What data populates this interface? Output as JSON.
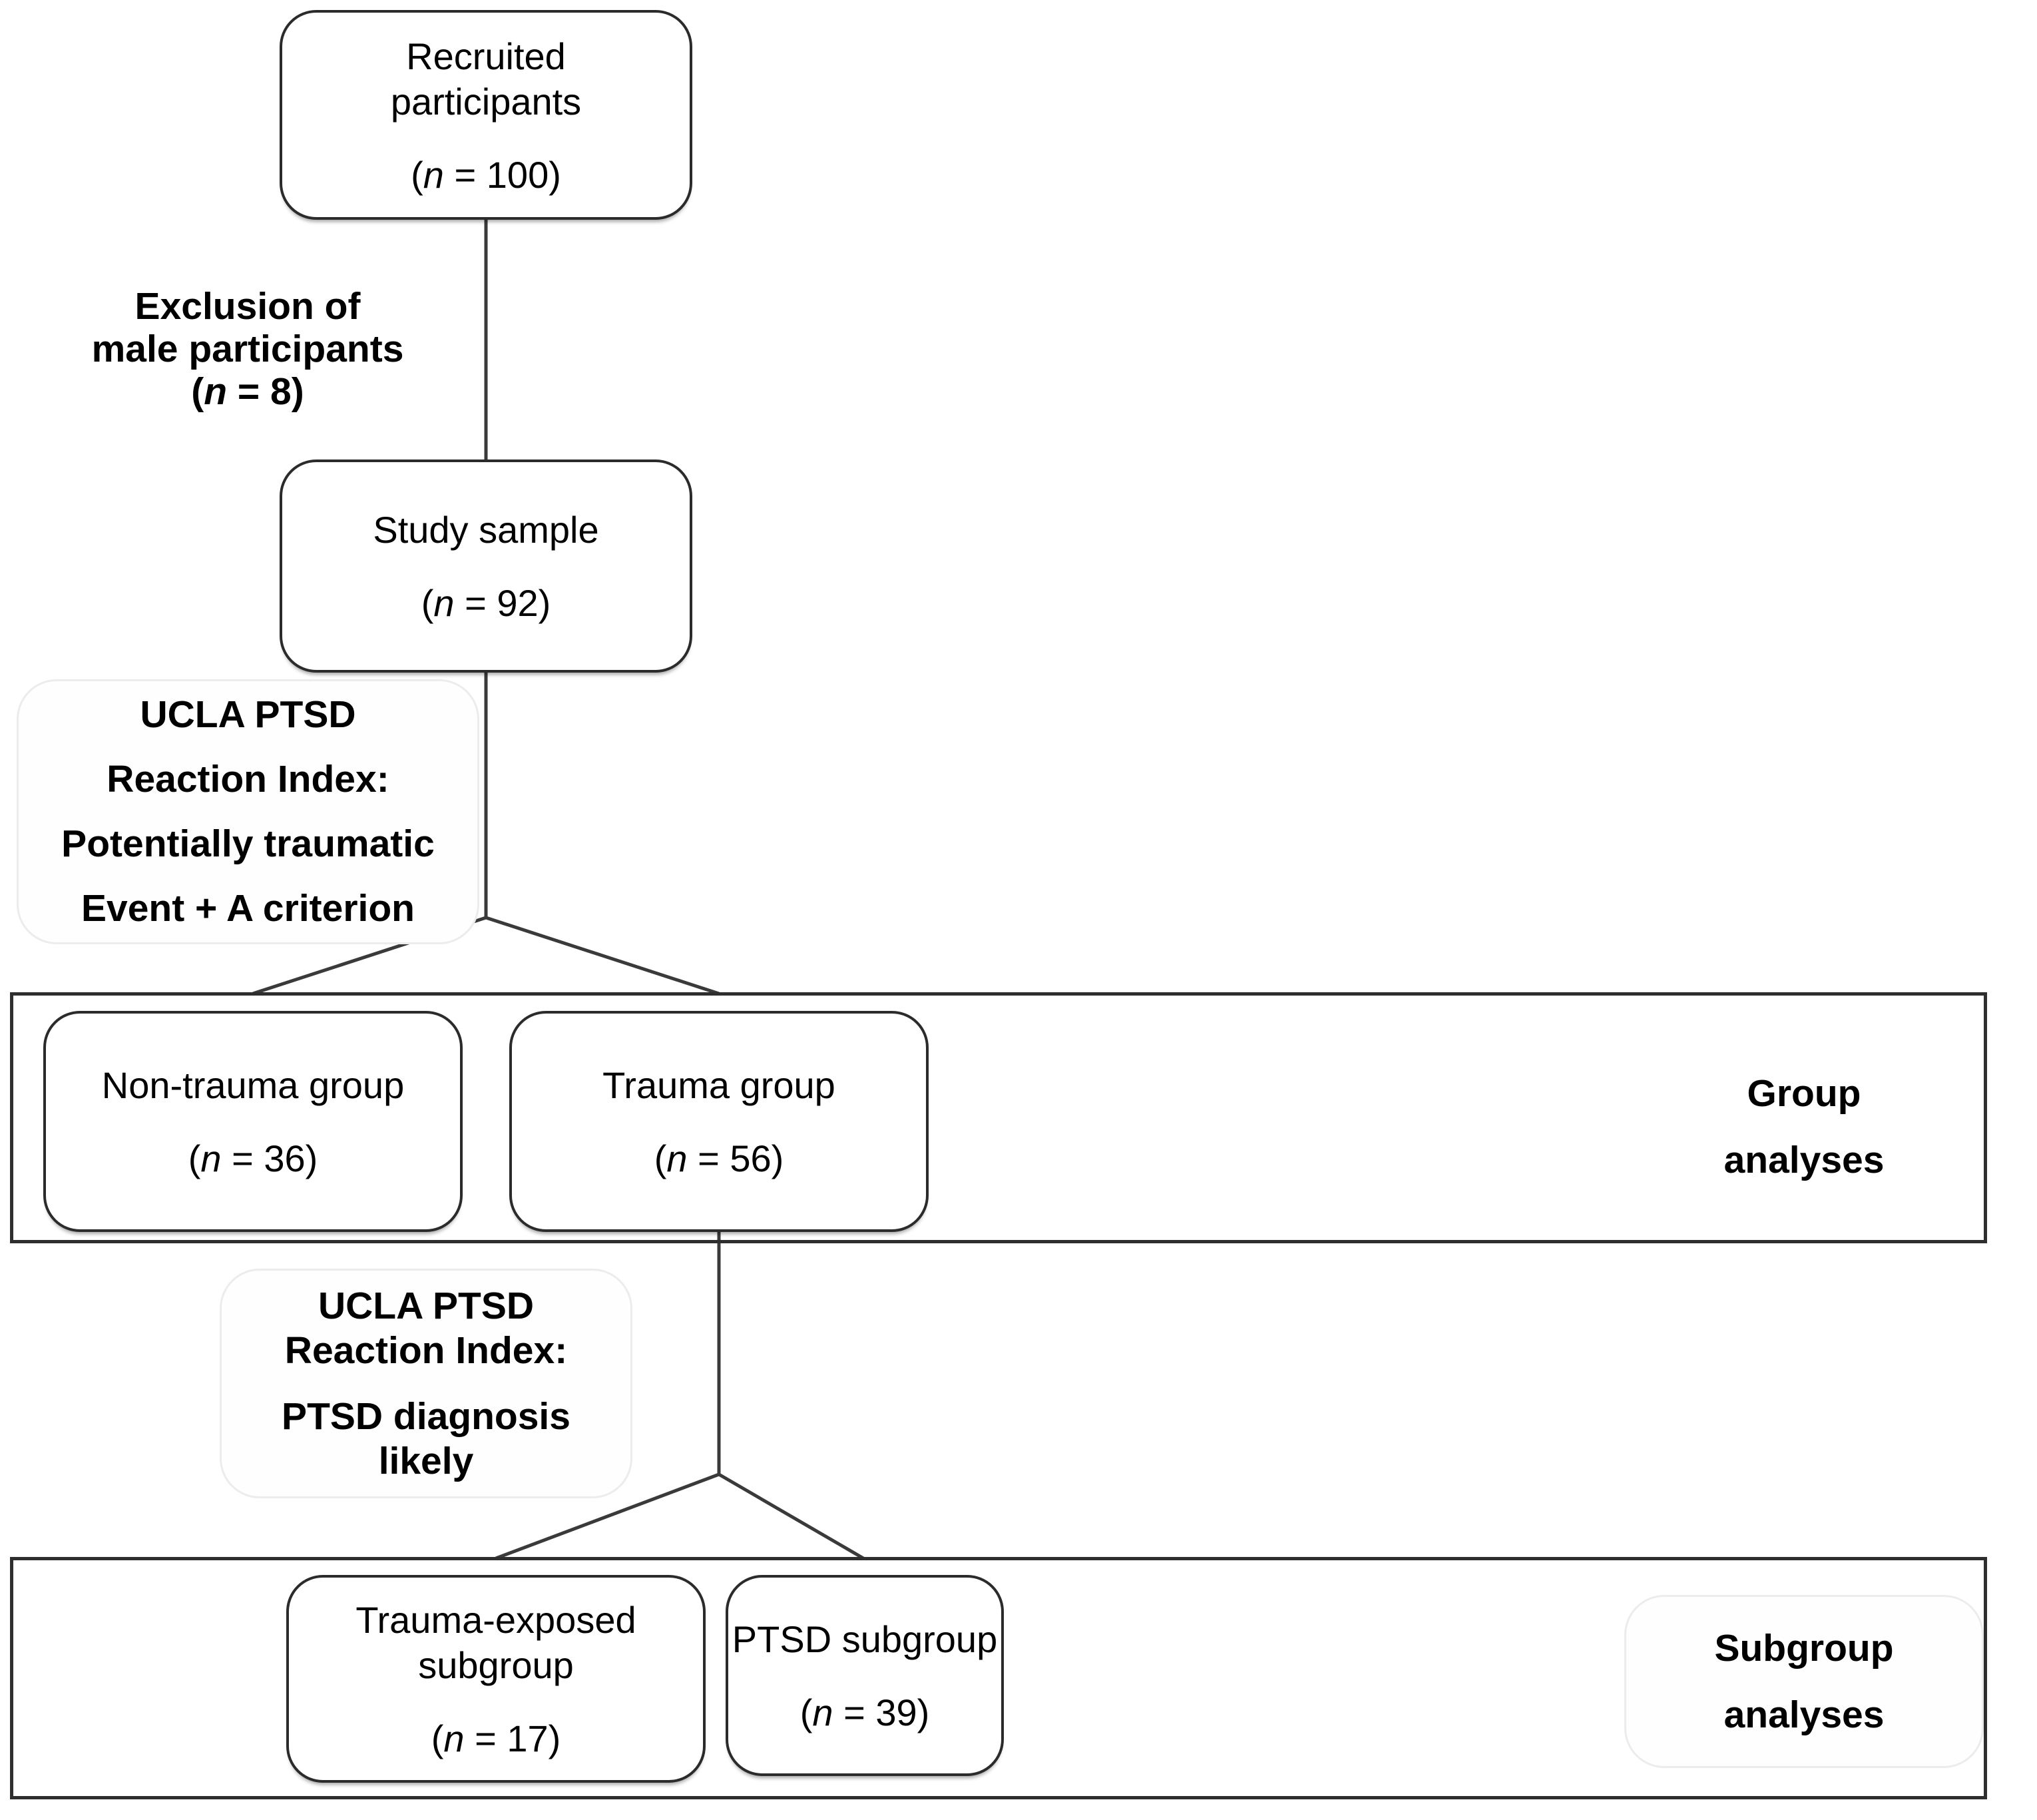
{
  "diagram": {
    "nodes": {
      "recruited": {
        "lines": [
          "Recruited",
          "participants"
        ],
        "n": {
          "open": "(",
          "symbol": "n",
          "rest": " = 100)"
        }
      },
      "study_sample": {
        "lines": [
          "Study sample"
        ],
        "n": {
          "open": "(",
          "symbol": "n",
          "rest": " = 92)"
        }
      },
      "non_trauma": {
        "lines": [
          "Non-trauma group"
        ],
        "n": {
          "open": "(",
          "symbol": "n",
          "rest": " = 36)"
        }
      },
      "trauma": {
        "lines": [
          "Trauma group"
        ],
        "n": {
          "open": "(",
          "symbol": "n",
          "rest": " = 56)"
        }
      },
      "trauma_exposed": {
        "lines": [
          "Trauma-exposed",
          "subgroup"
        ],
        "n": {
          "open": "(",
          "symbol": "n",
          "rest": " = 17)"
        }
      },
      "ptsd": {
        "lines": [
          "PTSD subgroup"
        ],
        "n": {
          "open": "(",
          "symbol": "n",
          "rest": " = 39)"
        }
      }
    },
    "edge_labels": {
      "exclusion": {
        "lines": [
          "Exclusion of",
          "male participants"
        ],
        "n": {
          "open": "(",
          "symbol": "n",
          "rest": " = 8)"
        }
      },
      "ucla_trauma_criterion": {
        "lines": [
          "UCLA PTSD",
          "Reaction Index:",
          "Potentially traumatic",
          "Event + A criterion"
        ]
      },
      "ucla_ptsd_diagnosis": {
        "groups": [
          [
            "UCLA PTSD",
            "Reaction Index:"
          ],
          [
            "PTSD diagnosis",
            "likely"
          ]
        ]
      }
    },
    "annotations": {
      "group_analyses": {
        "lines": [
          "Group",
          "analyses"
        ]
      },
      "subgroup_analyses": {
        "lines": [
          "Subgroup",
          "analyses"
        ]
      }
    }
  }
}
